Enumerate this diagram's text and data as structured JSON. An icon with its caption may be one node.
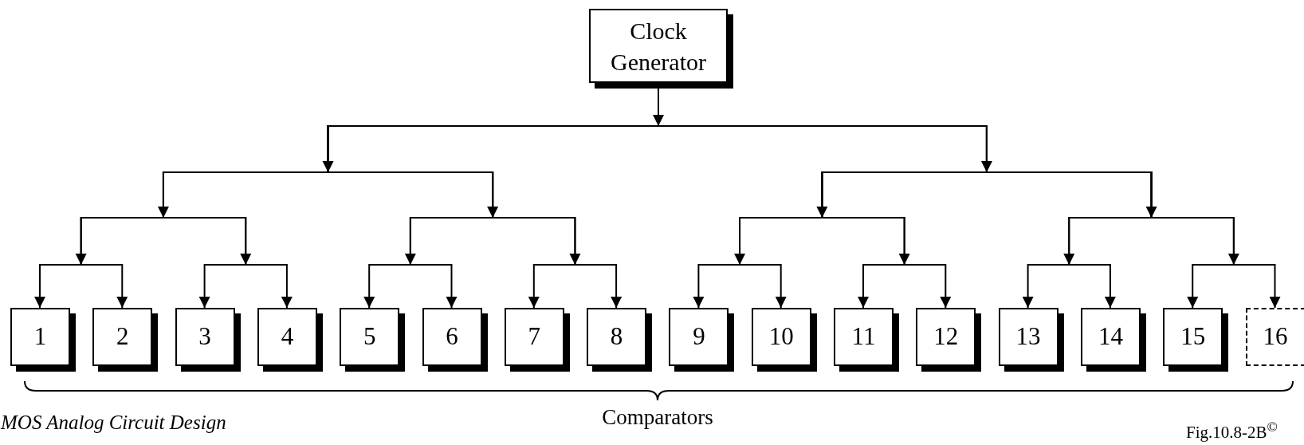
{
  "diagram": {
    "nodes": [
      {
        "text": [
          "Clock Generator"
        ]
      },
      {
        "text": [
          "1"
        ]
      },
      {
        "text": [
          "2"
        ]
      },
      {
        "text": [
          "3"
        ]
      },
      {
        "text": [
          "4"
        ]
      },
      {
        "text": [
          "5"
        ]
      },
      {
        "text": [
          "6"
        ]
      },
      {
        "text": [
          "7"
        ]
      },
      {
        "text": [
          "8"
        ]
      },
      {
        "text": [
          "9"
        ]
      },
      {
        "text": [
          "10"
        ]
      },
      {
        "text": [
          "11"
        ]
      },
      {
        "text": [
          "12"
        ]
      },
      {
        "text": [
          "13"
        ]
      },
      {
        "text": [
          "14"
        ]
      },
      {
        "text": [
          "15"
        ]
      },
      {
        "text": [
          "16"
        ]
      }
    ],
    "edges": [
      {
        "from": 0,
        "to": 1,
        "arrow": "to"
      },
      {
        "from": 0,
        "to": 2,
        "arrow": "to"
      },
      {
        "from": 0,
        "to": 3,
        "arrow": "to"
      },
      {
        "from": 0,
        "to": 4,
        "arrow": "to"
      },
      {
        "from": 0,
        "to": 5,
        "arrow": "to"
      },
      {
        "from": 0,
        "to": 6,
        "arrow": "to"
      },
      {
        "from": 0,
        "to": 7,
        "arrow": "to"
      },
      {
        "from": 0,
        "to": 8,
        "arrow": "to"
      },
      {
        "from": 0,
        "to": 9,
        "arrow": "to"
      },
      {
        "from": 0,
        "to": 10,
        "arrow": "to"
      },
      {
        "from": 0,
        "to": 11,
        "arrow": "to"
      },
      {
        "from": 0,
        "to": 12,
        "arrow": "to"
      },
      {
        "from": 0,
        "to": 13,
        "arrow": "to"
      },
      {
        "from": 0,
        "to": 14,
        "arrow": "to"
      },
      {
        "from": 0,
        "to": 15,
        "arrow": "to"
      },
      {
        "from": 0,
        "to": 16,
        "arrow": "to"
      }
    ],
    "labels": [
      "Comparators",
      "MOS Analog Circuit Design",
      "Fig.10.8-2B$^{©}$"
    ]
  }
}
